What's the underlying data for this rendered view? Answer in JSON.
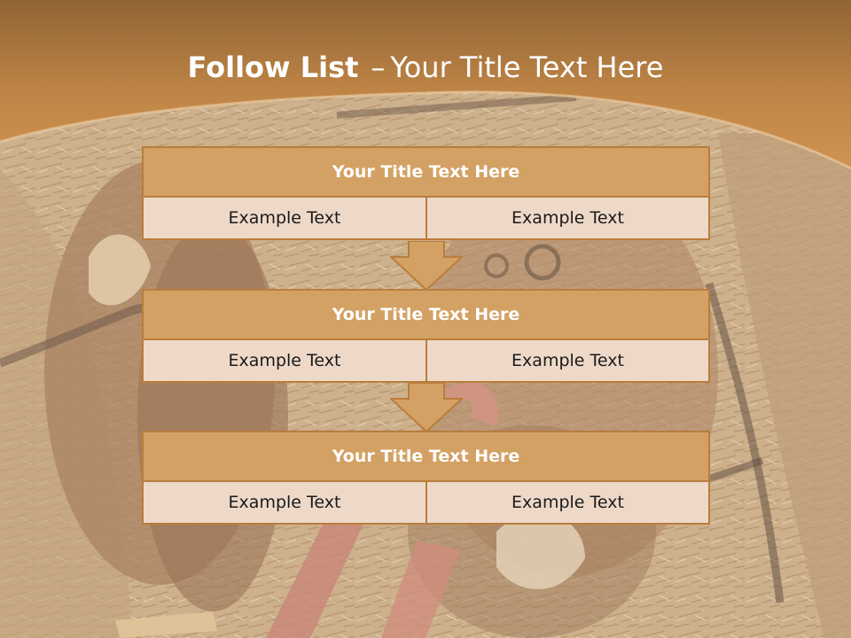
{
  "title": {
    "bold": "Follow List",
    "separator": "–",
    "rest": "Your Title Text Here"
  },
  "blocks": [
    {
      "title": "Your Title Text Here",
      "left": "Example Text",
      "right": "Example Text"
    },
    {
      "title": "Your Title Text Here",
      "left": "Example Text",
      "right": "Example Text"
    },
    {
      "title": "Your Title Text Here",
      "left": "Example Text",
      "right": "Example Text"
    }
  ],
  "colors": {
    "header_band": "#c98e4e",
    "title_bar": "#d4a164",
    "cell_fill": "#eed9c8",
    "border": "#b97d3c",
    "arrow_fill": "#d4a164"
  }
}
